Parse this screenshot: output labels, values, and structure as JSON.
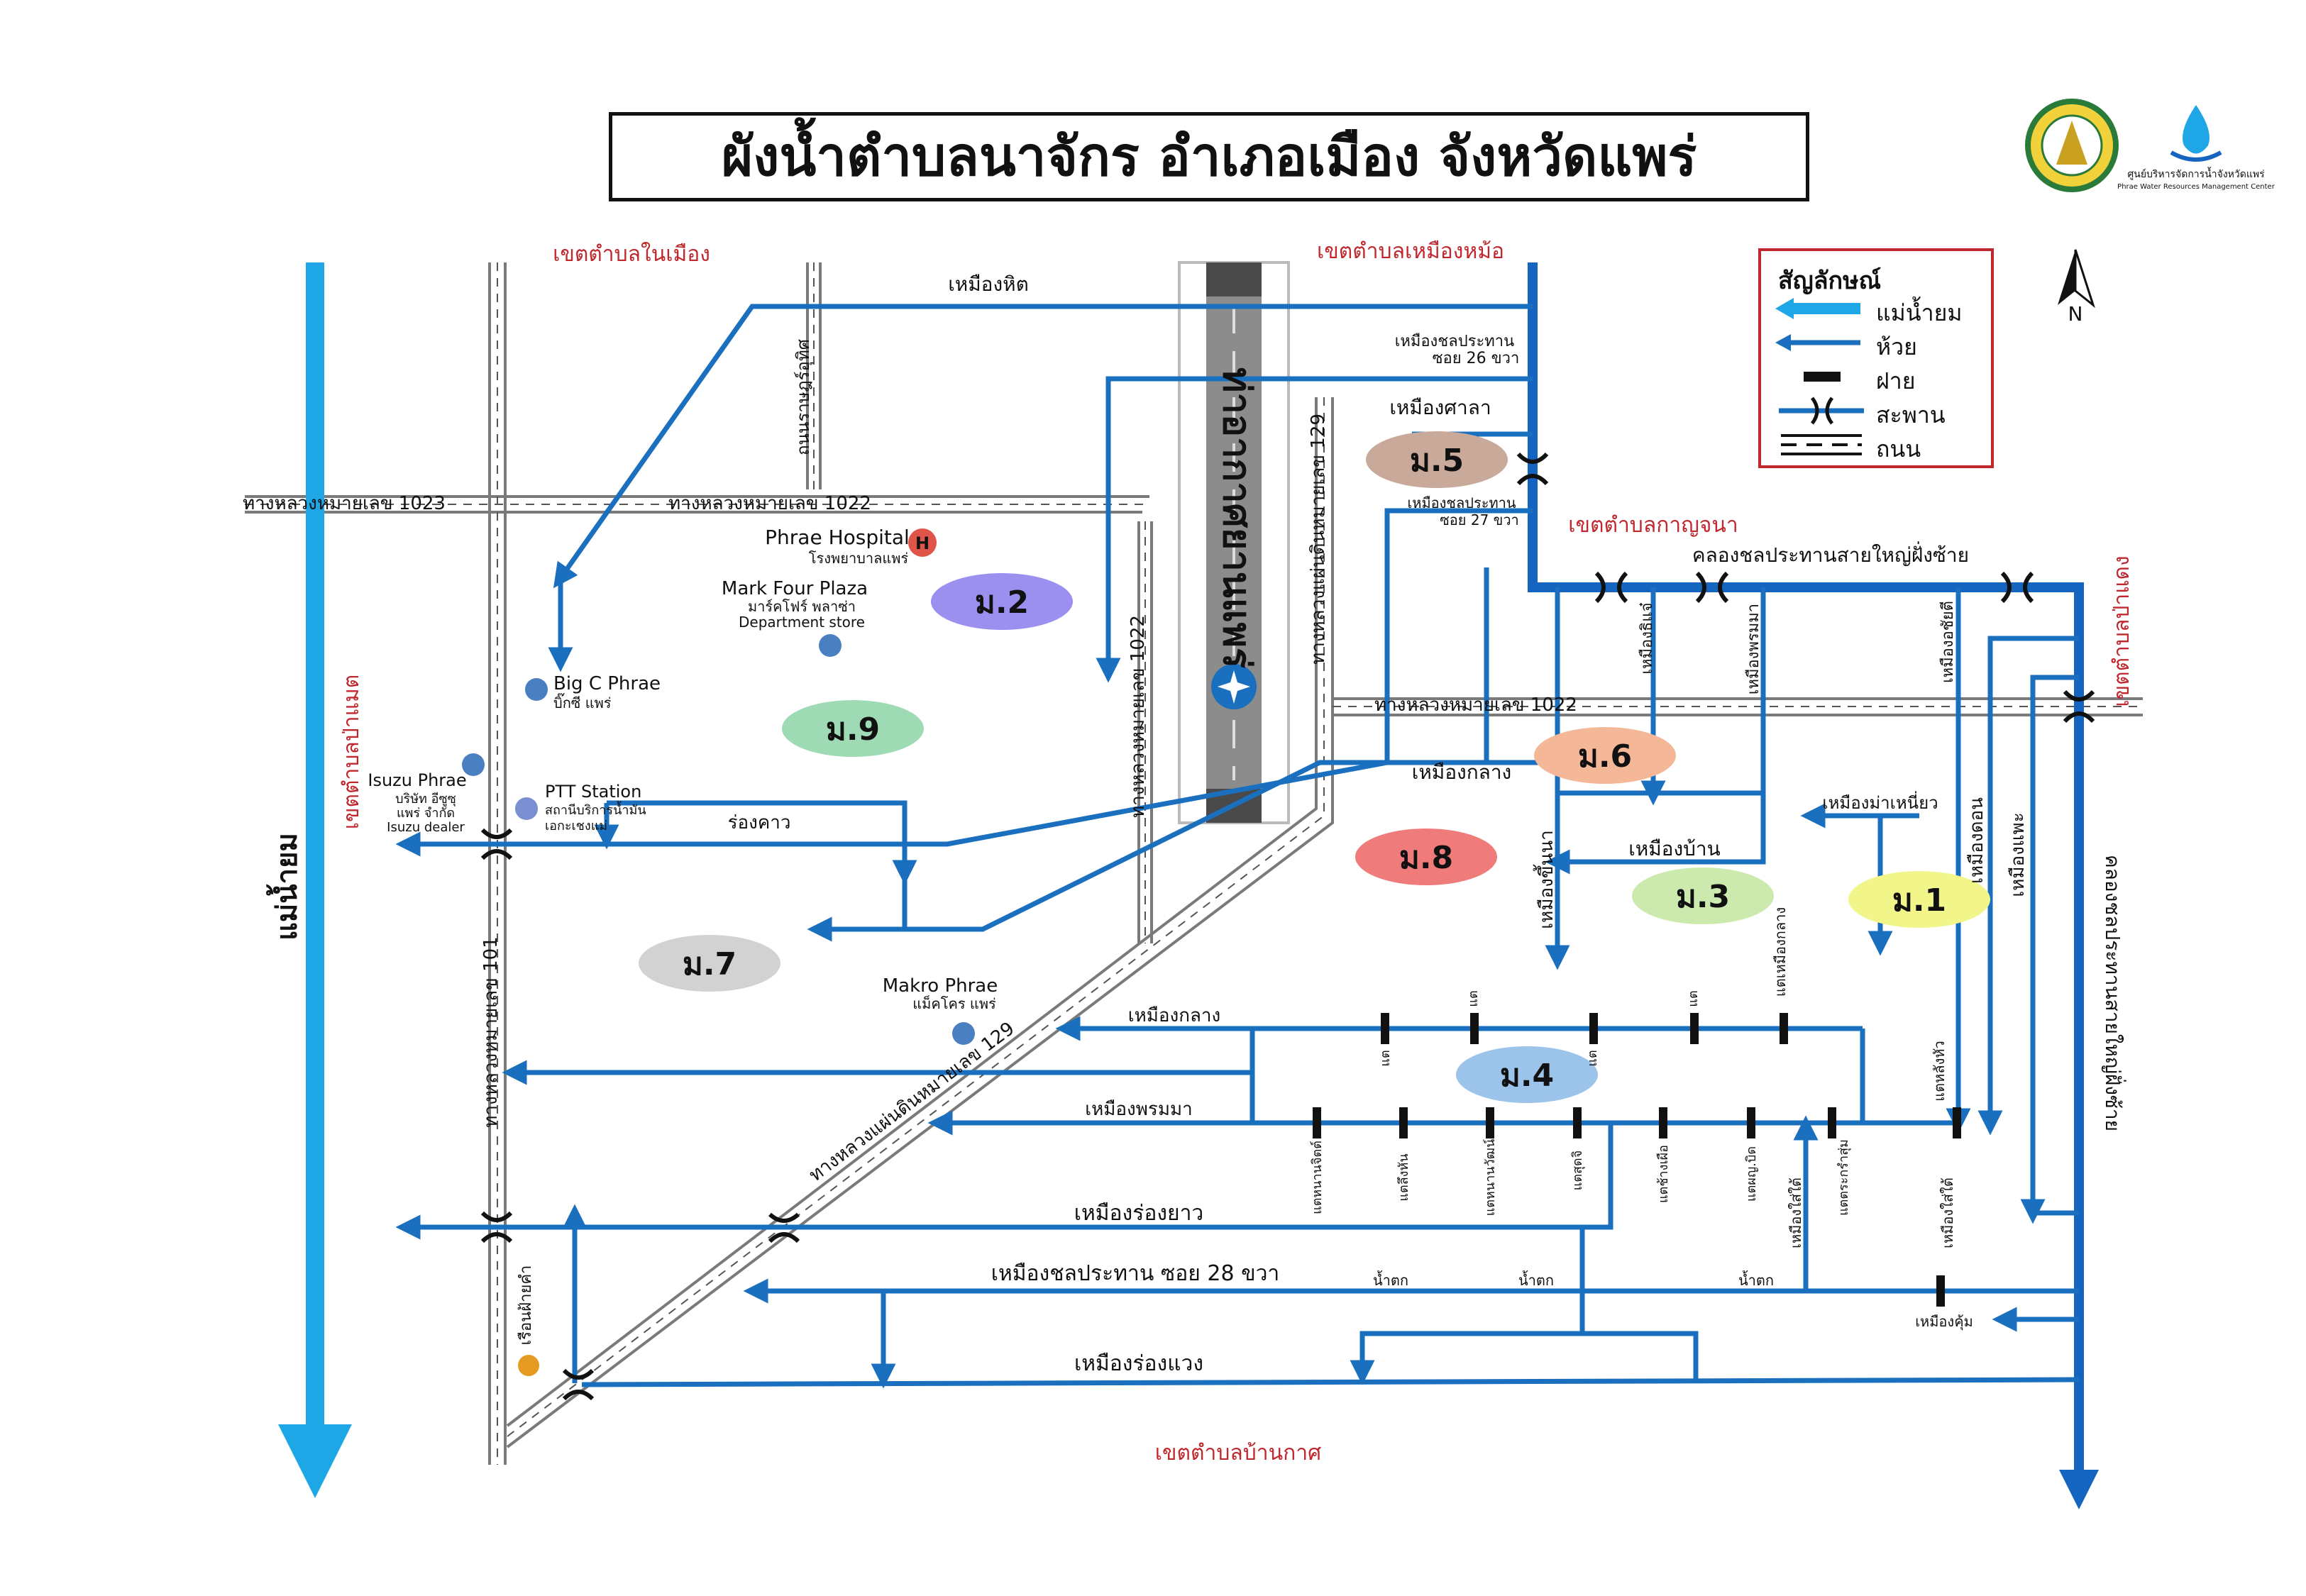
{
  "title": "ผังน้ำตำบลนาจักร อำเภอเมือง จังหวัดแพร่",
  "logos": {
    "right_caption_th": "ศูนย์บริหารจัดการน้ำจังหวัดแพร่",
    "right_caption_en": "Phrae Water Resources Management Center"
  },
  "north": "N",
  "legend": {
    "title": "สัญลักษณ์",
    "items": [
      {
        "symbol": "river",
        "label": "แม่น้ำยม"
      },
      {
        "symbol": "stream",
        "label": "ห้วย"
      },
      {
        "symbol": "weir",
        "label": "ฝาย"
      },
      {
        "symbol": "bridge",
        "label": "สะพาน"
      },
      {
        "symbol": "road",
        "label": "ถนน"
      }
    ]
  },
  "colors": {
    "river": "#1ea6e6",
    "stream": "#1a6fbf",
    "canal": "#1565c0",
    "weir": "#111111",
    "road": "#7a7a7a",
    "boundary_text": "#c0282d"
  },
  "boundaries": {
    "top_left": "เขตตำบลในเมือง",
    "top_right": "เขตตำบลเหมืองหม้อ",
    "right_mid": "เขตตำบลกาญจนา",
    "left": "เขตตำบลป่าแมต",
    "right": "เขตตำบลป่าแดง",
    "bottom": "เขตตำบลบ้านกาศ"
  },
  "river_label": "แม่น้ำยม",
  "airport_label": "ท่าอากาศยานแพร่",
  "roads": {
    "h1023": "ทางหลวงหมายเลข 1023",
    "h1022_top": "ทางหลวงหมายเลข 1022",
    "h1022_right": "ทางหลวงหมายเลข 1022",
    "v1022": "ทางหลวงหมายเลข 1022",
    "v129_top": "ทางหลวงแผ่นดินหมายเลข 129",
    "v129_diag": "ทางหลวงแผ่นดินหมายเลข 129",
    "v101": "ทางหลวงหมายเลข 101",
    "local_road": "ถนนราษฎร์อุทิศ"
  },
  "places": {
    "hospital": "Phrae Hospital",
    "hospital_th": "โรงพยาบาลแพร่",
    "markfour": "Mark Four Plaza",
    "markfour_th": "มาร์คโฟร์ พลาซ่า",
    "markfour_sub": "Department store",
    "bigc": "Big C Phrae",
    "bigc_th": "บิ๊กซี แพร่",
    "isuzu": "Isuzu Phrae",
    "isuzu_th1": "บริษัท อีซูซุ",
    "isuzu_th2": "แพร่ จำกัด",
    "isuzu_sub": "Isuzu dealer",
    "ptt": "PTT Station",
    "ptt_sub1": "สถานีบริการน้ำมัน",
    "ptt_sub2": "เอกะเชงแม่",
    "makro": "Makro Phrae",
    "makro_th": "แม็คโคร แพร่",
    "restaurant": "เรือนฝ้ายคำ"
  },
  "villages": [
    {
      "id": "m5",
      "label": "ม.5",
      "color": "#c9a99a"
    },
    {
      "id": "m2",
      "label": "ม.2",
      "color": "#9b8ff0"
    },
    {
      "id": "m9",
      "label": "ม.9",
      "color": "#9edbb5"
    },
    {
      "id": "m6",
      "label": "ม.6",
      "color": "#f4b899"
    },
    {
      "id": "m8",
      "label": "ม.8",
      "color": "#f07b7b"
    },
    {
      "id": "m3",
      "label": "ม.3",
      "color": "#cdeaae"
    },
    {
      "id": "m1",
      "label": "ม.1",
      "color": "#f2f58a"
    },
    {
      "id": "m7",
      "label": "ม.7",
      "color": "#d2d2d2"
    },
    {
      "id": "m4",
      "label": "ม.4",
      "color": "#9cc3ea"
    }
  ],
  "streams": {
    "muang_hit": "เหมืองหิต",
    "chon_26": "เหมืองชลประทาน",
    "chon_26b": "ซอย 26 ขวา",
    "muang_sala": "เหมืองศาลา",
    "chon_27": "เหมืองชลประทาน",
    "chon_27b": "ซอย 27 ขวา",
    "main_canal": "คลองชลประทานสายใหญ่ฝั่งซ้าย",
    "main_canal_v": "คลองชลประทานสายใหญ่ฝั่งซ้าย",
    "si_chae": "เหมืองธิแจ๋",
    "phrommma_v": "เหมืองพรมมา",
    "ab_yan": "เหมืองอชัยตี",
    "klang_mid": "เหมืองกลาง",
    "ma_nieo": "เหมืองม่าเหนี่ยว",
    "ban": "เหมืองบ้าน",
    "khin_na": "เหมืองขึ้นนา",
    "don": "เหมืองดอน",
    "phae": "เหมืองแพะ",
    "rong_khao": "ร่องคาว",
    "klang_low": "เหมืองกลาง",
    "phrommma_low": "เหมืองพรมมา",
    "rong_yao": "เหมืองร่องยาว",
    "chon_28": "เหมืองชลประทาน ซอย 28 ขวา",
    "rong_waeng": "เหมืองร่องแวง",
    "khum": "เหมืองคุ้ม",
    "sai_tai": "เหมืองใส่ใต้",
    "sai_tai2": "เหมืองใส่ใต้",
    "tae_klang": "แตเหมืองกลาง",
    "tae_hua": "แตหลังหัว",
    "nam_tok1": "น้ำตก",
    "nam_tok2": "น้ำตก",
    "nam_tok3": "น้ำตก"
  },
  "weirs_upper": [
    "แต",
    "แต",
    "แต",
    "แต",
    "แตเหมืองกลาง"
  ],
  "weirs_upper_below": [
    "แต",
    "แต"
  ],
  "weirs_lower": [
    "แตหนานจิตต์",
    "แตลึงหัน",
    "แตหนานวัฒน์",
    "แตสุดจิ",
    "แตช้างเผือ",
    "แตผญ.บิด",
    "แตตระกรำสุ่ม"
  ]
}
